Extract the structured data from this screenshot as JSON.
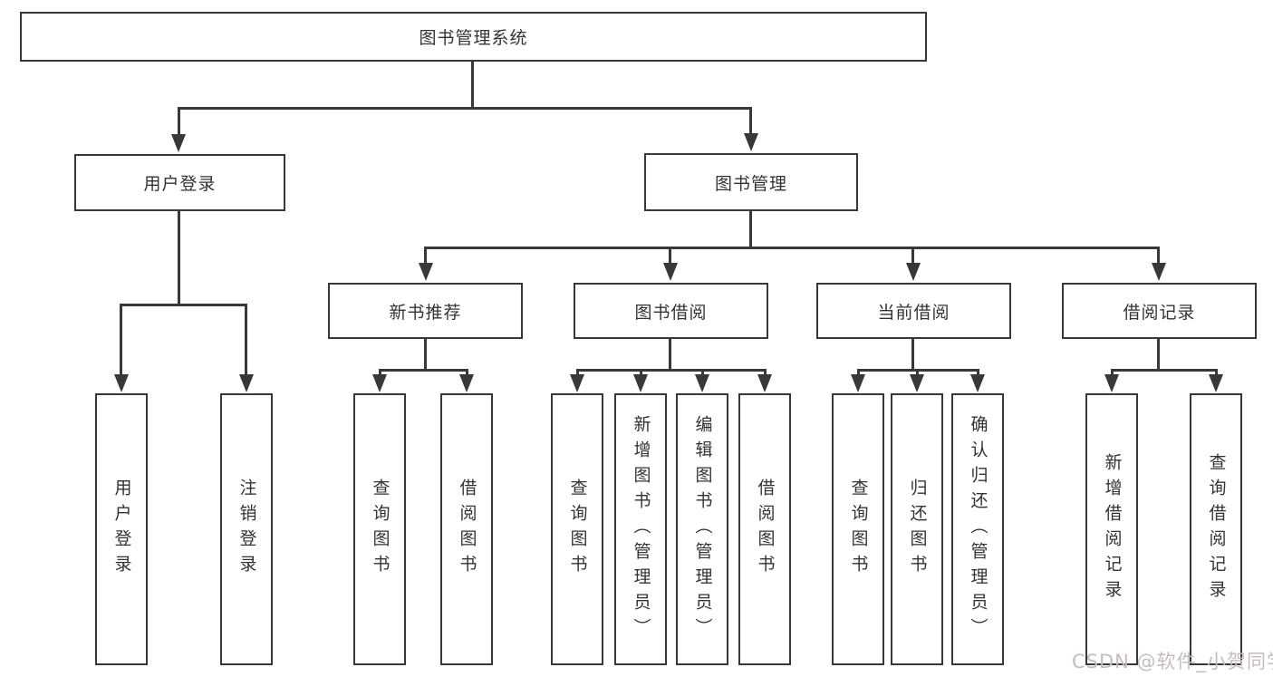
{
  "diagram": {
    "root": {
      "label": "图书管理系统"
    },
    "level2": [
      {
        "label": "用户登录"
      },
      {
        "label": "图书管理"
      }
    ],
    "level3": [
      {
        "label": "新书推荐"
      },
      {
        "label": "图书借阅"
      },
      {
        "label": "当前借阅"
      },
      {
        "label": "借阅记录"
      }
    ],
    "leaves": {
      "user_login": [
        "用户登录",
        "注销登录"
      ],
      "new_book": [
        "查询图书",
        "借阅图书"
      ],
      "book_borrow": [
        "查询图书",
        "新增图书（管理员）",
        "编辑图书（管理员）",
        "借阅图书"
      ],
      "current_borrow": [
        "查询图书",
        "归还图书",
        "确认归还（管理员）"
      ],
      "borrow_records": [
        "新增借阅记录",
        "查询借阅记录"
      ]
    }
  },
  "watermark": {
    "text": "CSDN @软件_小贺同学",
    "color": "#c6bcbc"
  },
  "colors": {
    "line": "#383838",
    "text": "#333333",
    "background": "#ffffff"
  }
}
